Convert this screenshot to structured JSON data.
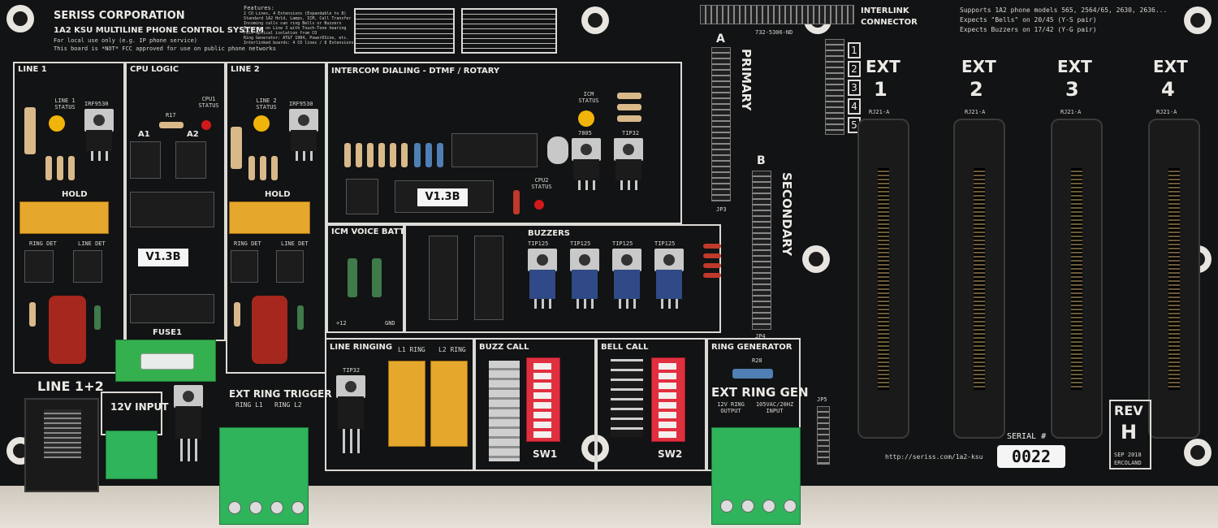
{
  "header": {
    "company": "SERISS CORPORATION",
    "system": "1A2 KSU MULTILINE PHONE CONTROL SYSTEM",
    "disclaimer_1": "For local use only (e.g. IP phone service)",
    "disclaimer_2": "This board is *NOT* FCC approved for use on public phone networks",
    "features_title": "Features:",
    "features": [
      "2 CO Lines, 4 Extensions (Expandable to 8)",
      "Standard 1A2 Hold, Lamps, ICM, Call Transfer",
      "Incoming calls can ring Bells or Buzzers",
      "Intercom on Line 3 with Touch-Tone hearing",
      "Full optical isolation from CO",
      "Ring Generator: AT&T 1984, PowerDSine, etc.",
      "Interlinked boards: 4 CO lines / 8 Extensions"
    ],
    "interlink": "INTERLINK",
    "connector": "CONNECTOR",
    "supports_1": "Supports 1A2 phone models 565, 2564/65, 2630, 2636...",
    "supports_2": "Expects \"Bells\" on 20/45 (Y-S pair)",
    "supports_3": "Expects Buzzers on 17/42 (Y-G pair)"
  },
  "sections": {
    "line1": "LINE 1",
    "cpu_logic": "CPU LOGIC",
    "line2": "LINE 2",
    "intercom": "INTERCOM DIALING - DTMF / ROTARY",
    "icm_voice": "ICM VOICE BATT",
    "buzzers": "BUZZERS",
    "line_ringing": "LINE RINGING",
    "buzz_call": "BUZZ CALL",
    "bell_call": "BELL CALL",
    "ring_generator": "RING GENERATOR",
    "line12": "LINE 1+2",
    "input_12v": "12V INPUT",
    "ext_ring_trigger": "EXT RING TRIGGER",
    "ext_ring_gen": "EXT RING GEN",
    "primary": "PRIMARY",
    "secondary": "SECONDARY",
    "fuse": "FUSE1"
  },
  "labels": {
    "line1_status": "LINE 1 STATUS",
    "line2_status": "LINE 2 STATUS",
    "cpu1_status": "CPU1 STATUS",
    "cpu2_status": "CPU2 STATUS",
    "icm_status": "ICM STATUS",
    "hold": "HOLD",
    "ring_det": "RING DET",
    "line_det": "LINE DET",
    "a1": "A1",
    "a2": "A2",
    "r17": "R17",
    "irf": "IRF9530",
    "v13b": "V1.3B",
    "l1_ring": "L1 RING",
    "l2_ring": "L2 RING",
    "tip32": "TIP32",
    "reg7805": "7805",
    "tip125": "TIP125",
    "ring_l1": "RING L1",
    "ring_l2": "RING L2",
    "sw1": "SW1",
    "sw2": "SW2",
    "r28": "R28",
    "ring_out": "12V RING OUTPUT",
    "ring_in": "105VAC/20HZ INPUT",
    "jp_a": "A",
    "jp_b": "B",
    "jp3": "JP3",
    "jp4": "JP4",
    "jp5": "JP5",
    "header_part": "732-5306-ND",
    "plus12": "+12",
    "gnd": "GND"
  },
  "extensions": [
    {
      "word": "EXT",
      "num": "1",
      "part": "RJ21-A"
    },
    {
      "word": "EXT",
      "num": "2",
      "part": "RJ21-A"
    },
    {
      "word": "EXT",
      "num": "3",
      "part": "RJ21-A"
    },
    {
      "word": "EXT",
      "num": "4",
      "part": "RJ21-A"
    }
  ],
  "jumper_numbers": [
    "1",
    "2",
    "3",
    "4",
    "5"
  ],
  "footer": {
    "url": "http://seriss.com/1a2-ksu",
    "serial_label": "SERIAL #",
    "serial": "0022",
    "rev": "REV",
    "rev_letter": "H",
    "date": "SEP 2018",
    "designer": "ERCOLAND"
  }
}
